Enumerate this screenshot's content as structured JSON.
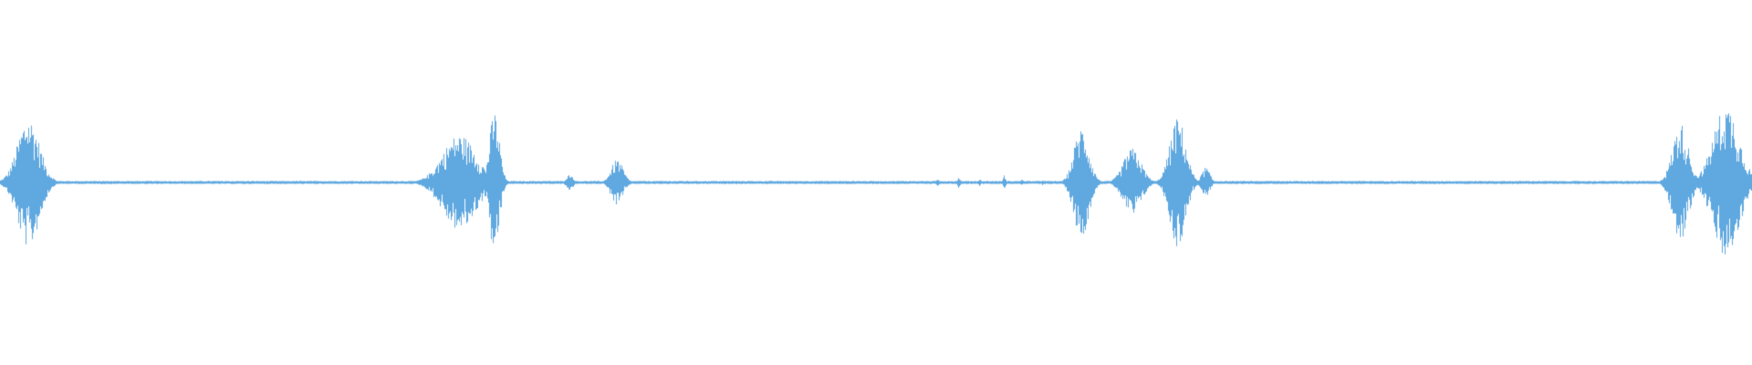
{
  "waveform": {
    "color": "#5fa8e0",
    "background": "#ffffff",
    "baseline_amplitude": 0.02,
    "bursts": [
      {
        "center_frac": 0.016,
        "width_frac": 0.022,
        "amplitude": 0.84
      },
      {
        "center_frac": 0.262,
        "width_frac": 0.034,
        "amplitude": 0.62
      },
      {
        "center_frac": 0.282,
        "width_frac": 0.01,
        "amplitude": 0.92
      },
      {
        "center_frac": 0.325,
        "width_frac": 0.007,
        "amplitude": 0.1
      },
      {
        "center_frac": 0.352,
        "width_frac": 0.012,
        "amplitude": 0.3
      },
      {
        "center_frac": 0.617,
        "width_frac": 0.015,
        "amplitude": 0.72
      },
      {
        "center_frac": 0.646,
        "width_frac": 0.018,
        "amplitude": 0.44
      },
      {
        "center_frac": 0.672,
        "width_frac": 0.016,
        "amplitude": 0.84
      },
      {
        "center_frac": 0.688,
        "width_frac": 0.008,
        "amplitude": 0.2
      },
      {
        "center_frac": 0.959,
        "width_frac": 0.016,
        "amplitude": 0.76
      },
      {
        "center_frac": 0.985,
        "width_frac": 0.026,
        "amplitude": 1.0
      }
    ],
    "ticks": [
      {
        "center_frac": 0.535,
        "amplitude": 0.05
      },
      {
        "center_frac": 0.547,
        "amplitude": 0.08
      },
      {
        "center_frac": 0.559,
        "amplitude": 0.05
      },
      {
        "center_frac": 0.573,
        "amplitude": 0.1
      },
      {
        "center_frac": 0.583,
        "amplitude": 0.05
      },
      {
        "center_frac": 0.595,
        "amplitude": 0.04
      }
    ]
  }
}
